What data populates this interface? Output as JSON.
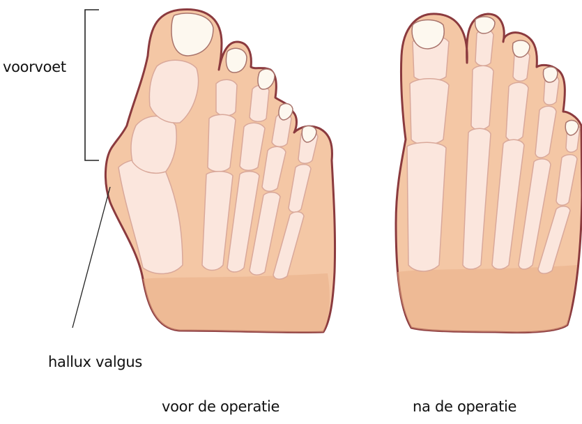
{
  "labels": {
    "forefoot": "voorvoet",
    "hallux": "hallux valgus",
    "before": "voor de operatie",
    "after": "na de operatie"
  },
  "colors": {
    "skin": "#F4C7A5",
    "skin_shadow": "#E9AE88",
    "outline": "#8B3A3E",
    "bone": "#FBE6DD",
    "bone_line": "#D9A89A",
    "nail": "#FDF8EF",
    "pointer_line": "#222222"
  }
}
